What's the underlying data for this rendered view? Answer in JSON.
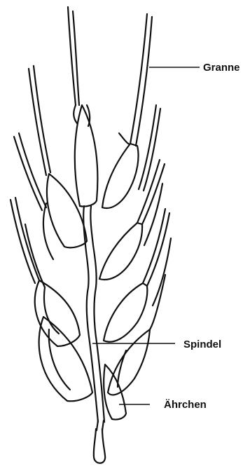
{
  "labels": {
    "granne": "Granne",
    "spindel": "Spindel",
    "aehrchen": "Ährchen"
  },
  "colors": {
    "stroke": "#111111",
    "background": "#ffffff"
  }
}
